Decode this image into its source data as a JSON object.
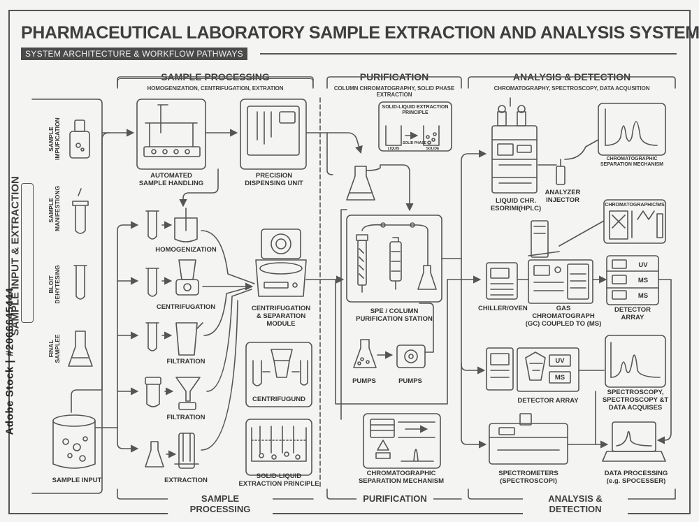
{
  "title": "PHARMACEUTICAL LABORATORY SAMPLE EXTRACTION AND ANALYSIS SYSTEM",
  "subtitle": "SYSTEM ARCHITECTURE & WORKFLOW PATHWAYS",
  "watermark": "Adobe Stock | #2066645444",
  "sections": {
    "input": {
      "title": "SAMPLE INPUT & EXTRACTION"
    },
    "processing": {
      "title": "SAMPLE PROCESSING",
      "sub": "HOMOGENIZATION, CENTRIFUGATION, EXTRATION",
      "footer": "SAMPLE PROCESSING"
    },
    "purification": {
      "title": "PURIFICATION",
      "sub": "COLUMN CHROMATOGRAPHY, SOLID PHASE EXTRACTION",
      "footer": "PURIFICATION"
    },
    "analysis": {
      "title": "ANALYSIS & DETECTION",
      "sub": "CHROMATOGRAPHY, SPECTROSCOPY, DATA ACQUSITION",
      "footer": "ANALYSIS & DETECTION"
    }
  },
  "input_items": {
    "sample_identification": "SAMPLE\nIMPUFICATION",
    "sample_manifesting": "SAMPLE\nMANIFESTIONG",
    "blot_dehydrating": "BLOIT\nDEHYTESING",
    "final_sample": "FINAL\nSAMPLEE",
    "sample_input": "SAMPLE INPUT"
  },
  "processing_items": {
    "automated": "AUTOMATED\nSAMPLE HANDLING",
    "precision": "PRECISION\nDISPENSING UNIT",
    "homogenization": "HOMOGENIZATION",
    "centrifugation": "CENTRIFUGATION",
    "filtration1": "FILTRATION",
    "filtration2": "FILTRATION",
    "extraction": "EXTRACTION",
    "centrifuge_module": "CENTRIFUGATION\n& SEPARATION\nMODULE",
    "centrifugund": "CENTRIFUGUND",
    "sle_principle": "SOLID-LIQUID\nEXTRACTION PRINCIPLE",
    "sle_inset_title": "SOLID-LIQUID EXTRACTION\nPRINCIPLE",
    "sle_inset_left": "LIQUIS",
    "sle_inset_mid": "SOLID PHASE",
    "sle_inset_right": "SOLIDE"
  },
  "purification_items": {
    "spe_station": "SPE / COLUMN\nPURIFICATION STATION",
    "pumps1": "PUMPS",
    "pumps2": "PUMPS",
    "chrom_mechanism": "CHROMATOGRAPHIC\nSEPARATION MECHANISM"
  },
  "analysis_items": {
    "hplc": "LIQUID CHR.\nESORIMI(HPLC)",
    "injector": "ANALYZER\nINJECTOR",
    "chrom_sep_top": "CHROMATOGRAPHIC\nSEPARATION MECHANISM",
    "chrom_ms_title": "CHROMATOGRAPHIC/MS",
    "chiller": "CHILLER/OVEN",
    "gcms": "GAS CHROMATOGRAPH\n(GC) COUPLED TO (MS)",
    "detector_array_top": "DETECTOR\nARRAY",
    "detector_array_mid": "DETECTOR ARRAY",
    "spectroscopy": "SPECTROSCOPY,\nSPECTROSCOPY &T\nDATA ACQUISES",
    "spectrometers": "SPECTROMETERS\n(SPECTROSCOPI)",
    "data_processing": "DATA PROCESSING\n(e.g. SPOCESSER)",
    "uv": "UV",
    "ms": "MS",
    "ms2": "MS",
    "uv2": "UV",
    "ms3": "MS"
  }
}
